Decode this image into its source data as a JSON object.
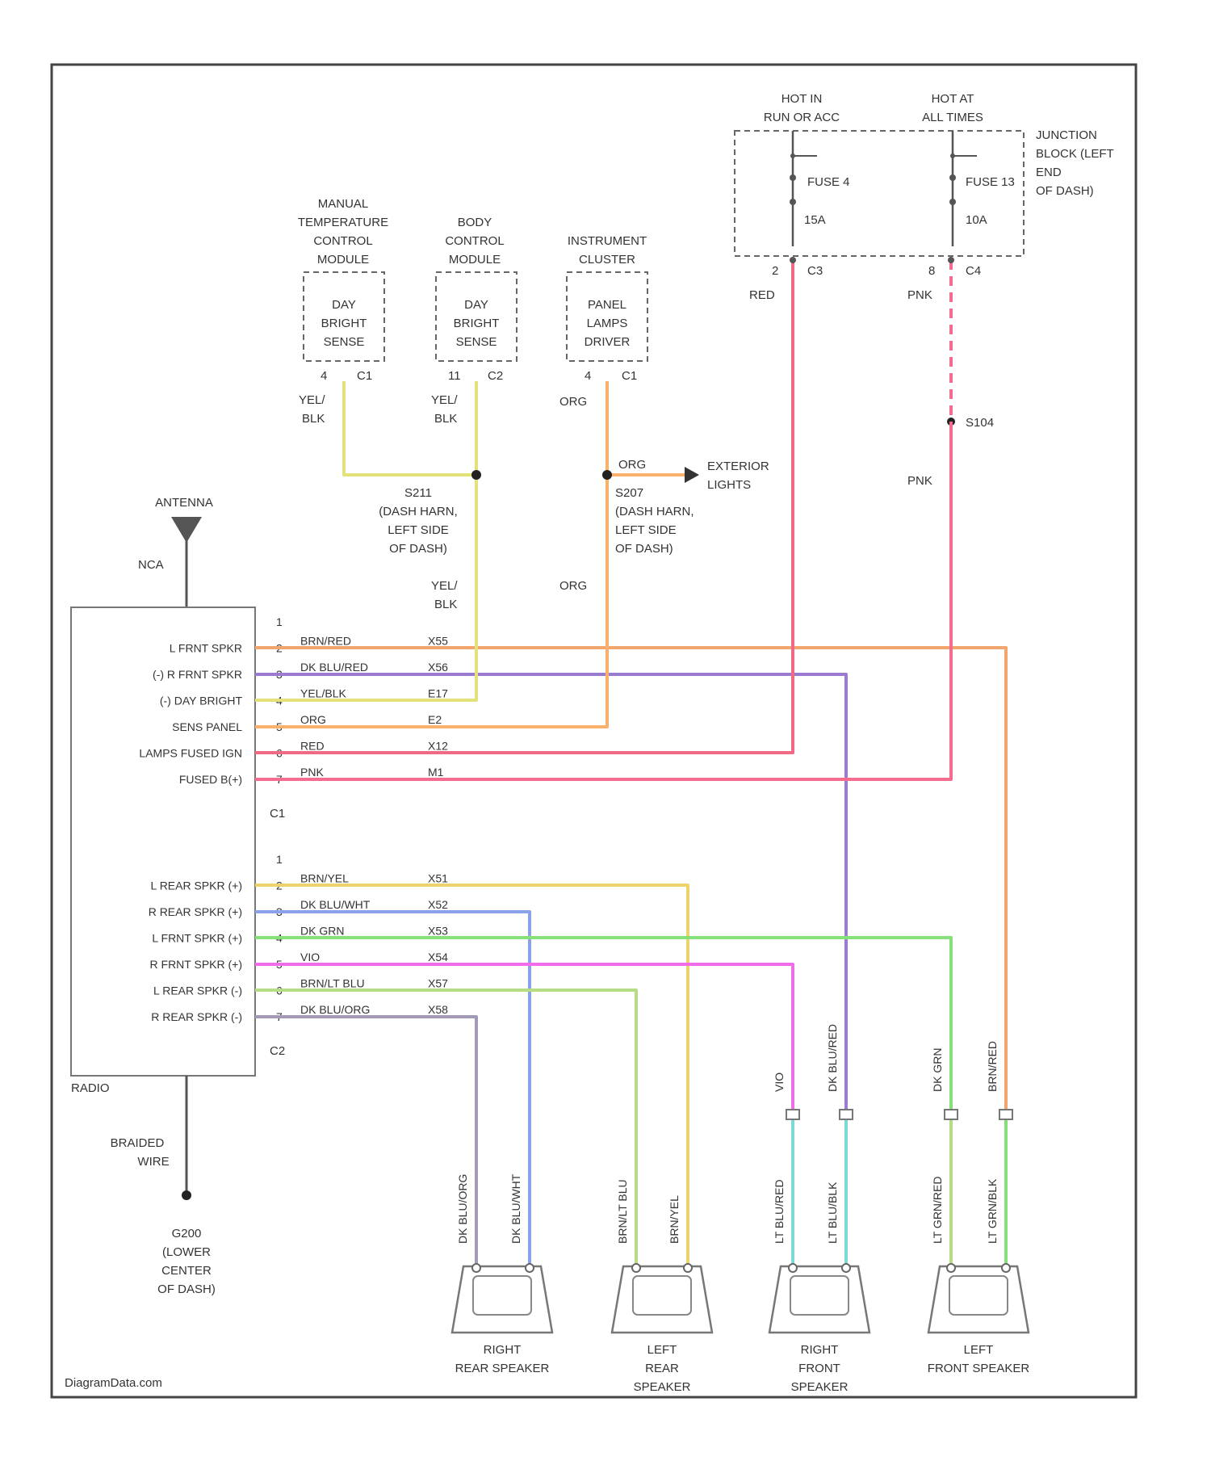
{
  "footer": {
    "credit": "DiagramData.com"
  },
  "junction_block": {
    "label": [
      "JUNCTION",
      "BLOCK (LEFT",
      "END",
      "OF DASH)"
    ],
    "hot_run": [
      "HOT IN",
      "RUN OR ACC"
    ],
    "hot_always": [
      "HOT AT",
      "ALL TIMES"
    ],
    "fuse_a": {
      "name": "FUSE 4",
      "rating": "15A",
      "pin": "2",
      "conn": "C3",
      "wire": "RED"
    },
    "fuse_b": {
      "name": "FUSE 13",
      "rating": "10A",
      "pin": "8",
      "conn": "C4",
      "wire": "PNK"
    },
    "splice": "S104",
    "wire_down": "PNK"
  },
  "modules": [
    {
      "title": [
        "MANUAL",
        "TEMPERATURE",
        "CONTROL",
        "MODULE"
      ],
      "box": [
        "DAY",
        "BRIGHT",
        "SENSE"
      ],
      "pin": "4",
      "conn": "C1",
      "wire": [
        "YEL/",
        "BLK"
      ]
    },
    {
      "title": [
        "BODY",
        "CONTROL",
        "MODULE"
      ],
      "box": [
        "DAY",
        "BRIGHT",
        "SENSE"
      ],
      "pin": "11",
      "conn": "C2",
      "wire": [
        "YEL/",
        "BLK"
      ]
    },
    {
      "title": [
        "INSTRUMENT",
        "CLUSTER"
      ],
      "box": [
        "PANEL",
        "LAMPS",
        "DRIVER"
      ],
      "pin": "4",
      "conn": "C1",
      "wire": [
        "ORG"
      ]
    }
  ],
  "splices": {
    "s211": [
      "S211",
      "(DASH HARN,",
      "LEFT SIDE",
      "OF DASH)"
    ],
    "s207": [
      "S207",
      "(DASH HARN,",
      "LEFT SIDE",
      "OF DASH)"
    ],
    "s211_wire": [
      "YEL/",
      "BLK"
    ],
    "s207_wire": "ORG",
    "exterior_wire": "ORG",
    "exterior": [
      "EXTERIOR",
      "LIGHTS"
    ]
  },
  "antenna": {
    "label": "ANTENNA",
    "wire": "NCA"
  },
  "radio": {
    "name": "RADIO",
    "c1_label": "C1",
    "c2_label": "C2",
    "c1": [
      {
        "pin": "1",
        "desc": "",
        "wire": "",
        "circuit": ""
      },
      {
        "pin": "2",
        "desc": "L FRNT SPKR",
        "wire": "BRN/RED",
        "circuit": "X55"
      },
      {
        "pin": "3",
        "desc": "(-) R FRNT SPKR",
        "wire": "DK BLU/RED",
        "circuit": "X56"
      },
      {
        "pin": "4",
        "desc": "(-) DAY BRIGHT",
        "wire": "YEL/BLK",
        "circuit": "E17"
      },
      {
        "pin": "5",
        "desc": "SENS PANEL",
        "wire": "ORG",
        "circuit": "E2"
      },
      {
        "pin": "6",
        "desc": "LAMPS FUSED IGN",
        "wire": "RED",
        "circuit": "X12"
      },
      {
        "pin": "7",
        "desc": "FUSED B(+)",
        "wire": "PNK",
        "circuit": "M1"
      }
    ],
    "c2": [
      {
        "pin": "1",
        "desc": "",
        "wire": "",
        "circuit": ""
      },
      {
        "pin": "2",
        "desc": "L REAR SPKR (+)",
        "wire": "BRN/YEL",
        "circuit": "X51"
      },
      {
        "pin": "3",
        "desc": "R REAR SPKR (+)",
        "wire": "DK BLU/WHT",
        "circuit": "X52"
      },
      {
        "pin": "4",
        "desc": "L FRNT SPKR (+)",
        "wire": "DK GRN",
        "circuit": "X53"
      },
      {
        "pin": "5",
        "desc": "R FRNT SPKR (+)",
        "wire": "VIO",
        "circuit": "X54"
      },
      {
        "pin": "6",
        "desc": "L REAR SPKR (-)",
        "wire": "BRN/LT BLU",
        "circuit": "X57"
      },
      {
        "pin": "7",
        "desc": "R REAR SPKR (-)",
        "wire": "DK BLU/ORG",
        "circuit": "X58"
      }
    ]
  },
  "ground": {
    "wire": [
      "BRAIDED",
      "WIRE"
    ],
    "label": [
      "G200",
      "(LOWER",
      "CENTER",
      "OF DASH)"
    ]
  },
  "speakers": [
    {
      "name": [
        "RIGHT",
        "REAR SPEAKER"
      ],
      "wires": [
        "DK BLU/ORG",
        "DK BLU/WHT"
      ]
    },
    {
      "name": [
        "LEFT",
        "REAR",
        "SPEAKER"
      ],
      "wires": [
        "BRN/LT BLU",
        "BRN/YEL"
      ]
    },
    {
      "name": [
        "RIGHT",
        "FRONT",
        "SPEAKER"
      ],
      "wires": [
        "LT BLU/RED",
        "LT BLU/BLK"
      ],
      "upper": [
        "VIO",
        "DK BLU/RED"
      ]
    },
    {
      "name": [
        "LEFT",
        "FRONT SPEAKER"
      ],
      "wires": [
        "LT GRN/RED",
        "LT GRN/BLK"
      ],
      "upper": [
        "DK GRN",
        "BRN/RED"
      ]
    }
  ],
  "colors": {
    "orange": "#f2a56c",
    "purple": "#9a7bd0",
    "yellow": "#e3e27a",
    "panel_orange": "#f8b06a",
    "red": "#f06a86",
    "pink": "#f46d8e",
    "rear_yellow": "#ecd36b",
    "blue": "#8aa2e8",
    "green": "#86e07a",
    "violet": "#f06ce8",
    "light_green": "#b6dc86",
    "grey_purple": "#a59ab6",
    "cyan": "#7cd9d6"
  }
}
